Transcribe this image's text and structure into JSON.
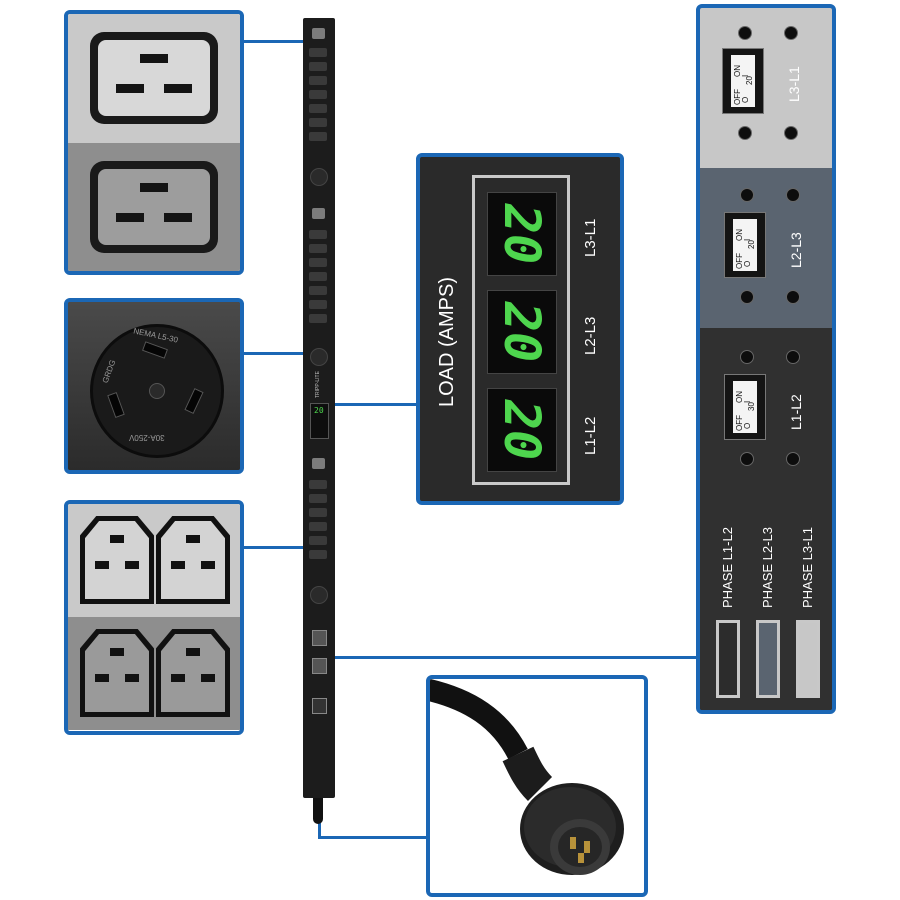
{
  "load_panel": {
    "title": "LOAD (AMPS)",
    "readings": [
      {
        "phase": "L3-L1",
        "value": "20"
      },
      {
        "phase": "L2-L3",
        "value": "20"
      },
      {
        "phase": "L1-L2",
        "value": "20"
      }
    ],
    "display_color": "#4ed64e"
  },
  "nema_plug": {
    "label_nema": "NEMA L5-30",
    "label_rating": "30A-250V",
    "label_grounding": "GRDG"
  },
  "pdu_strip": {
    "brand_label": "TRIPP-LITE",
    "display_value": "20"
  },
  "breaker_panel": {
    "breakers": [
      {
        "label": "L3-L1",
        "on": "ON",
        "off": "OFF",
        "on_mark": "I",
        "off_mark": "O",
        "rating": "20"
      },
      {
        "label": "L2-L3",
        "on": "ON",
        "off": "OFF",
        "on_mark": "I",
        "off_mark": "O",
        "rating": "20"
      },
      {
        "label": "L1-L2",
        "on": "ON",
        "off": "OFF",
        "on_mark": "I",
        "off_mark": "O",
        "rating": "30"
      }
    ],
    "phases": [
      {
        "label": "PHASE  L1-L2",
        "color": "#2c2c2c"
      },
      {
        "label": "PHASE  L2-L3",
        "color": "#5a6470"
      },
      {
        "label": "PHASE  L3-L1",
        "color": "#c7c7c7"
      }
    ]
  },
  "colors": {
    "accent": "#1b67b5"
  }
}
